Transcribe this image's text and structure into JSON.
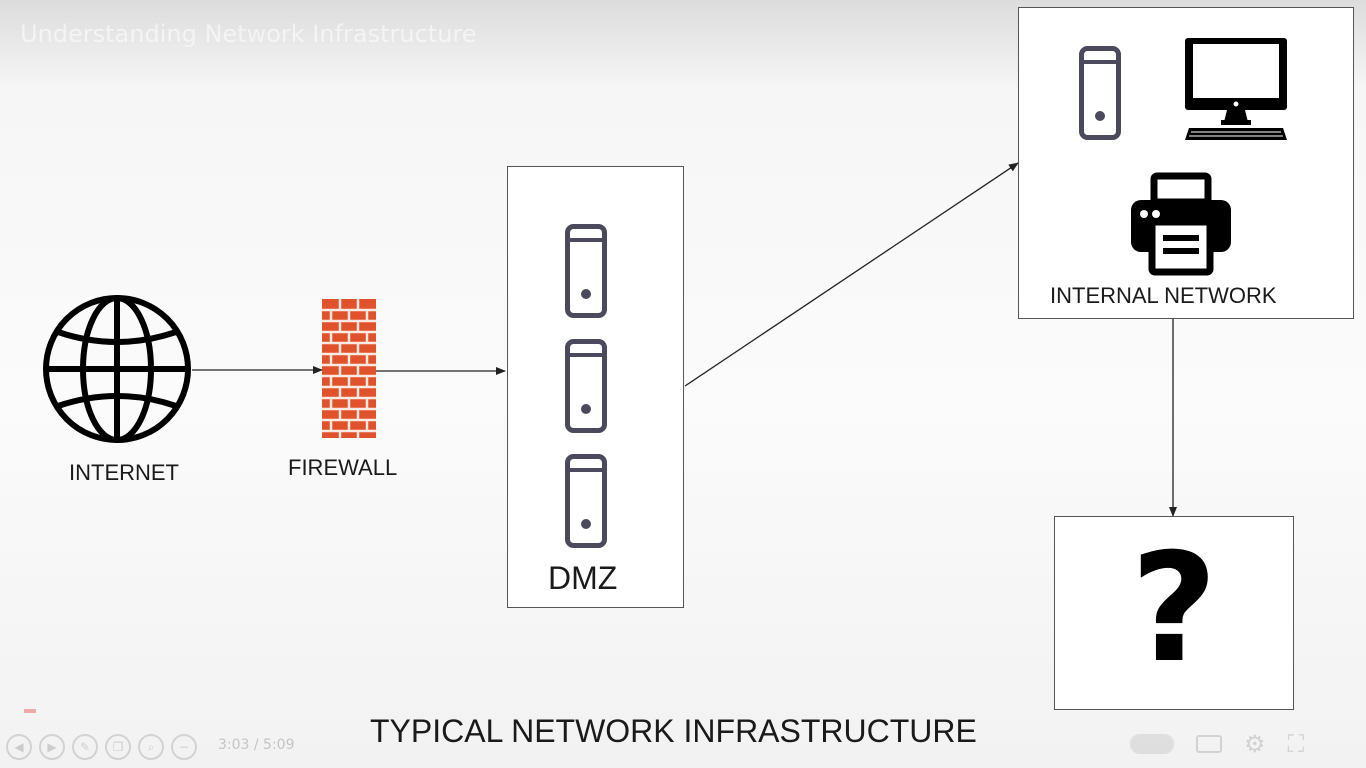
{
  "video": {
    "title": "Understanding Network Infrastructure",
    "time_display": "3:03 / 5:09"
  },
  "diagram": {
    "caption": "TYPICAL NETWORK INFRASTRUCTURE",
    "nodes": {
      "internet": {
        "label": "INTERNET",
        "icon": "globe-icon"
      },
      "firewall": {
        "label": "FIREWALL",
        "icon": "brick-wall-icon"
      },
      "dmz": {
        "label": "DMZ",
        "icon": "server-icon"
      },
      "internal_network": {
        "label": "INTERNAL NETWORK",
        "icons": [
          "server-icon",
          "desktop-computer-icon",
          "printer-icon"
        ]
      },
      "unknown": {
        "label": "?",
        "icon": "question-mark"
      }
    },
    "edges": [
      {
        "from": "internet",
        "to": "firewall"
      },
      {
        "from": "firewall",
        "to": "dmz"
      },
      {
        "from": "dmz",
        "to": "internal_network"
      },
      {
        "from": "internal_network",
        "to": "unknown"
      }
    ]
  },
  "colors": {
    "firewall_brick": "#e0522b",
    "server_outline": "#4a4a5c",
    "line": "#222222",
    "box_border": "#555555"
  }
}
